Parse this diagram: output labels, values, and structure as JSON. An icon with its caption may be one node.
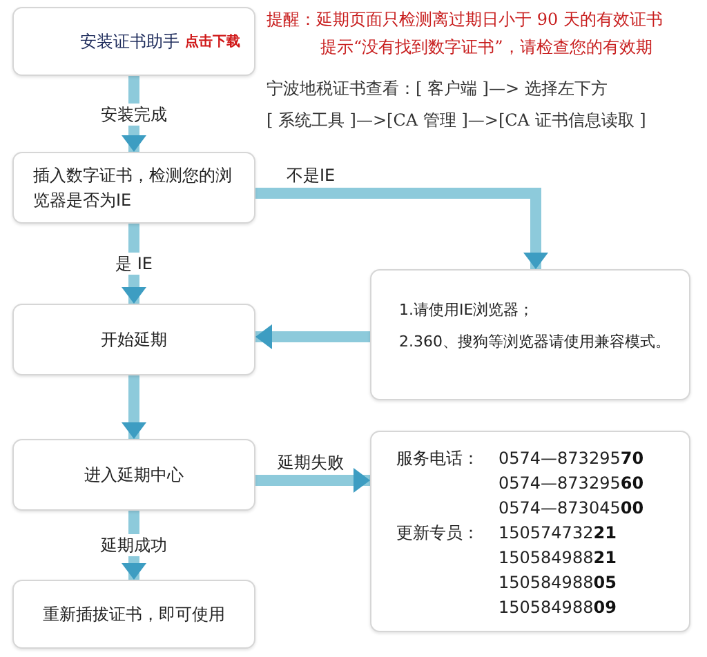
{
  "diagram": {
    "nodes": [
      {
        "text": [
          "安装证书助手",
          "点击下载"
        ]
      },
      {
        "text": [
          "插入数字证书，检测您的浏览器是否为IE"
        ]
      },
      {
        "text": [
          "开始延期"
        ]
      },
      {
        "text": [
          "1.请使用IE浏览器；",
          "2.360、搜狗等浏览器请使用兼容模式。"
        ]
      },
      {
        "text": [
          "进入延期中心"
        ]
      },
      {
        "text": [
          "服务电话：",
          "0574—873295**70**",
          "0574—873295**60**",
          "0574—873045**00**",
          "更新专员：",
          "150574732**21**",
          "150584988**21**",
          "150584988**05**",
          "150584988**09**"
        ]
      },
      {
        "text": [
          "重新插拔证书，即可使用"
        ]
      }
    ],
    "edges": [
      {
        "from": 0,
        "to": 1,
        "arrow": "to",
        "label": "安装完成"
      },
      {
        "from": 1,
        "to": 2,
        "arrow": "to",
        "label": "是 IE"
      },
      {
        "from": 1,
        "to": 3,
        "arrow": "to",
        "label": "不是IE"
      },
      {
        "from": 3,
        "to": 2,
        "arrow": "to"
      },
      {
        "from": 2,
        "to": 4,
        "arrow": "to"
      },
      {
        "from": 4,
        "to": 5,
        "arrow": "to",
        "label": "延期失败"
      },
      {
        "from": 4,
        "to": 6,
        "arrow": "to",
        "label": "延期成功"
      }
    ],
    "labels": [
      "提醒：延期页面只检测离过期日小于 90 天的有效证书",
      "提示“没有找到数字证书”，请检查您的有效期",
      "宁波地税证书查看：[ 客户端 ]—> 选择左下方",
      "[ 系统工具 ]—>[CA 管理 ]—>[CA 证书信息读取 ]"
    ]
  }
}
